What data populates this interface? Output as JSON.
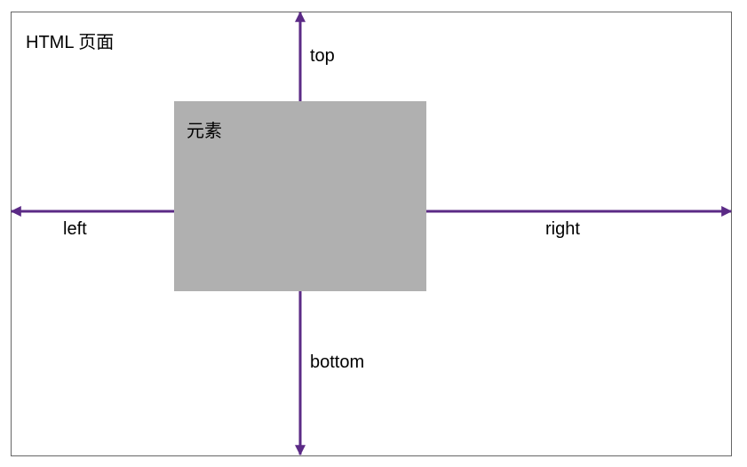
{
  "page_label": "HTML 页面",
  "element_label": "元素",
  "directions": {
    "top": "top",
    "left": "left",
    "right": "right",
    "bottom": "bottom"
  },
  "colors": {
    "arrow": "#5b2a86",
    "element_fill": "#b0b0b0",
    "frame_border": "#666666"
  }
}
